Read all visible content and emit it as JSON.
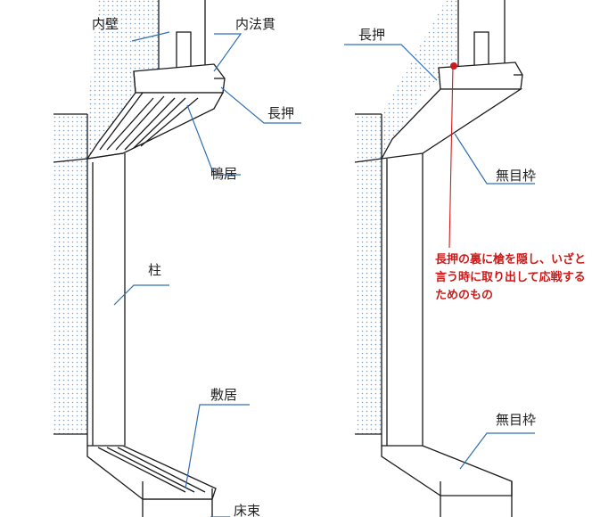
{
  "labels": {
    "inner_wall": "内壁",
    "uchinori_nuki": "内法貫",
    "nageshi_left": "長押",
    "kamoi": "鴨居",
    "hashira": "柱",
    "shikii": "敷居",
    "yukazuka": "床束",
    "nageshi_right": "長押",
    "mumewaku_top": "無目枠",
    "mumewaku_bottom": "無目枠"
  },
  "annotation": {
    "text": "長押の裏に槍を隠し、いざと言う時に取り出して応戦するためのもの"
  },
  "colors": {
    "line": "#1a1a1a",
    "leader": "#2f6fb6",
    "annotation": "#cc1b1b",
    "wall_dots": "#7aa0c8"
  }
}
